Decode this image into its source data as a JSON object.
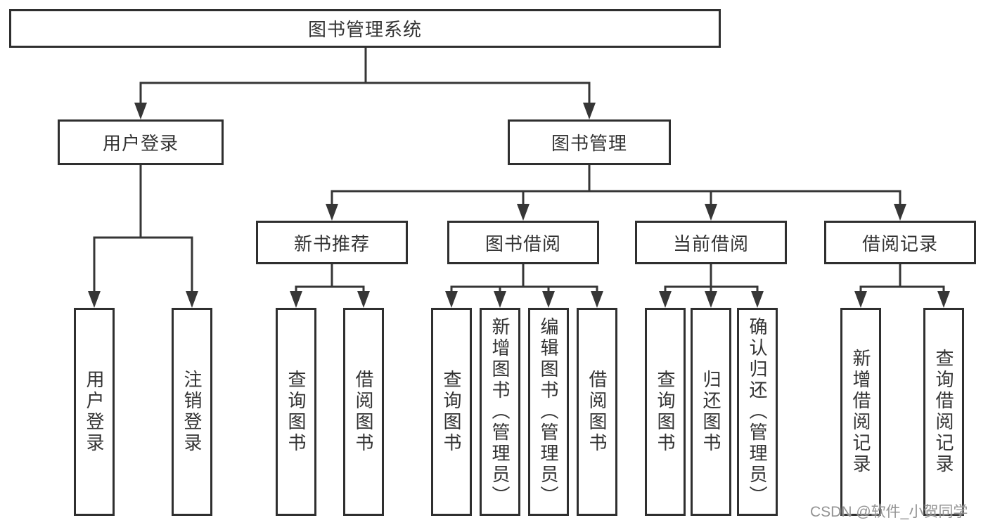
{
  "tree": {
    "root": "图书管理系统",
    "user_login": {
      "label": "用户登录",
      "children": [
        "用户登录",
        "注销登录"
      ]
    },
    "book_management": {
      "label": "图书管理"
    },
    "new_book_rec": {
      "label": "新书推荐",
      "children": [
        "查询图书",
        "借阅图书"
      ]
    },
    "book_borrow": {
      "label": "图书借阅",
      "children": [
        "查询图书",
        "新增图书（管理员）",
        "编辑图书（管理员）",
        "借阅图书"
      ]
    },
    "current_borrow": {
      "label": "当前借阅",
      "children": [
        "查询图书",
        "归还图书",
        "确认归还（管理员）"
      ]
    },
    "borrow_records": {
      "label": "借阅记录",
      "children": [
        "新增借阅记录",
        "查询借阅记录"
      ]
    }
  },
  "watermark": "CSDN @软件_小贺同学",
  "colors": {
    "line": "#363636",
    "box_border": "#2f2f2f",
    "text": "#333333",
    "watermark": "#8a8a8a",
    "background": "#ffffff"
  }
}
